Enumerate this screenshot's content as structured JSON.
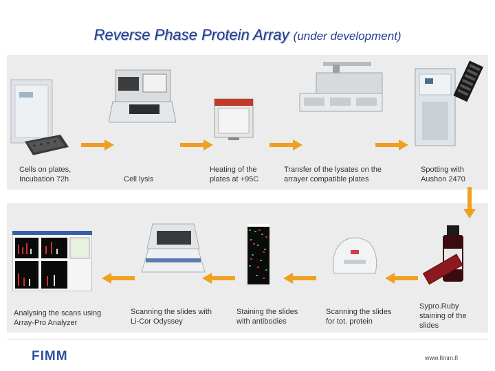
{
  "title": {
    "main": "Reverse Phase Protein Array",
    "sub": "(under development)"
  },
  "steps_top": [
    {
      "label": "Cells on plates, Incubation 72h"
    },
    {
      "label": "Cell lysis"
    },
    {
      "label": "Heating of the plates at +95C"
    },
    {
      "label": "Transfer of the lysates on the arrayer compatible plates"
    },
    {
      "label": "Spotting with Aushon 2470"
    }
  ],
  "steps_bottom": [
    {
      "label": "Analysing the scans using Array-Pro Analyzer"
    },
    {
      "label": "Scanning the slides with Li-Cor Odyssey"
    },
    {
      "label": "Staining the slides with antibodies"
    },
    {
      "label": "Scanning the slides for tot. protein"
    },
    {
      "label": "Sypro.Ruby staining of the slides"
    }
  ],
  "footer": {
    "logo": "FIMM",
    "url": "www.fimm.fi"
  },
  "colors": {
    "title": "#1f3d8f",
    "arrow": "#f0a020",
    "panel": "#ececec",
    "logo": "#2f4fa0"
  }
}
